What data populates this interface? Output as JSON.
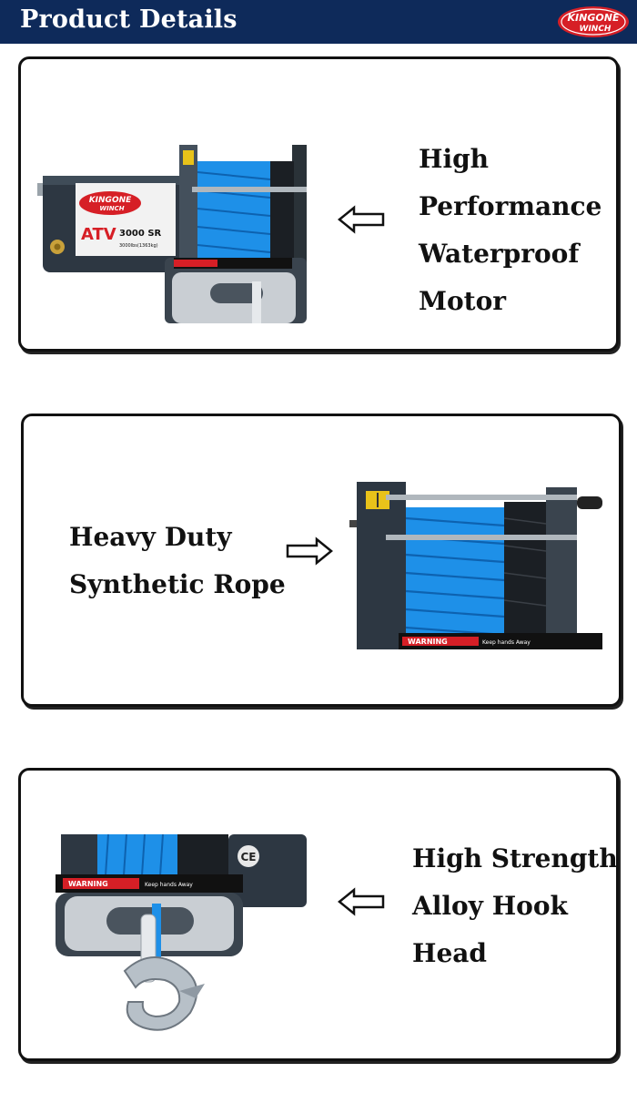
{
  "header": {
    "title": "Product Details",
    "logo_line1": "KINGONE",
    "logo_line2": "WINCH",
    "background": "#0e2a5a",
    "logo_color": "#d61f26"
  },
  "sections": [
    {
      "lines": [
        "High",
        "Performance",
        "Waterproof",
        "Motor"
      ],
      "arrow": "left-arrow-icon",
      "image": "winch-motor-photo",
      "motor_label_brand1": "KINGONE",
      "motor_label_brand2": "WINCH",
      "motor_label_model": "ATV",
      "motor_label_capacity": "3000 SR",
      "motor_label_rating": "3000lbs(1363kg)"
    },
    {
      "lines": [
        "Heavy Duty",
        "Synthetic Rope"
      ],
      "arrow": "right-arrow-icon",
      "image": "synthetic-rope-drum-photo",
      "warning_text": "WARNING",
      "warning_note": "Keep hands Away"
    },
    {
      "lines": [
        "High Strength",
        "Alloy Hook",
        "Head"
      ],
      "arrow": "left-arrow-icon",
      "image": "hook-fairlead-photo",
      "warning_text": "WARNING",
      "warning_note": "Keep hands Away",
      "ce_mark": "CE"
    }
  ],
  "colors": {
    "rope_blue": "#1e90e8",
    "winch_body": "#2d3742",
    "text": "#111111"
  }
}
